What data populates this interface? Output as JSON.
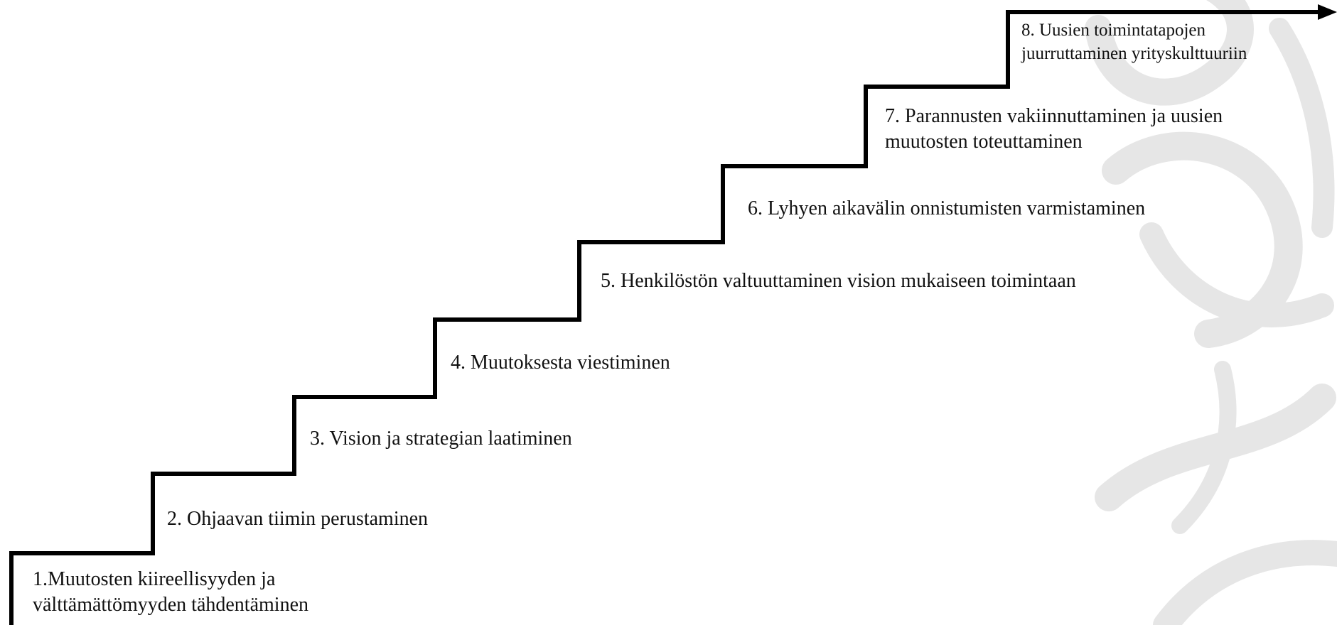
{
  "diagram": {
    "type": "staircase-process",
    "steps": [
      {
        "number": 1,
        "lines": [
          "1.Muutosten kiireellisyyden ja",
          "välttämättömyyden tähdentäminen"
        ]
      },
      {
        "number": 2,
        "lines": [
          "2. Ohjaavan tiimin perustaminen"
        ]
      },
      {
        "number": 3,
        "lines": [
          "3. Vision ja strategian laatiminen"
        ]
      },
      {
        "number": 4,
        "lines": [
          "4. Muutoksesta viestiminen"
        ]
      },
      {
        "number": 5,
        "lines": [
          "5. Henkilöstön valtuuttaminen vision mukaiseen toimintaan"
        ]
      },
      {
        "number": 6,
        "lines": [
          "6. Lyhyen aikavälin onnistumisten varmistaminen"
        ]
      },
      {
        "number": 7,
        "lines": [
          "7. Parannusten vakiinnuttaminen ja uusien",
          "muutosten toteuttaminen"
        ]
      },
      {
        "number": 8,
        "lines": [
          "8. Uusien toimintatapojen",
          "juurruttaminen yrityskulttuuriin"
        ]
      }
    ],
    "colors": {
      "stair_line": "#000000",
      "watermark": "#e6e6e6",
      "text": "#111111",
      "background": "#ffffff"
    },
    "icons": {
      "end_arrow": "arrow-right-icon",
      "watermark": "watermark-logo"
    }
  }
}
